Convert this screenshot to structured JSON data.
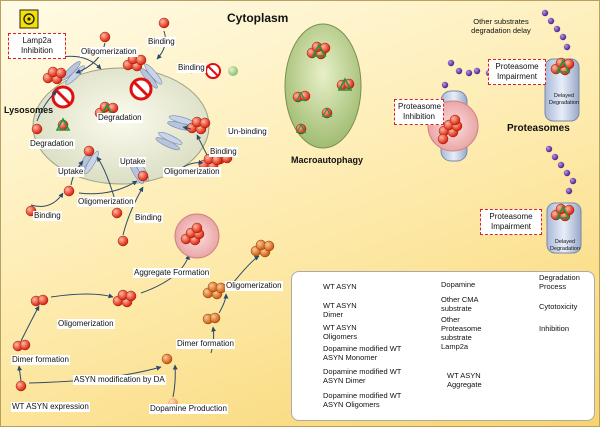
{
  "titles": {
    "cytoplasm": "Cytoplasm",
    "lysosomes": "Lysosomes",
    "macroautophagy": "Macroautophagy",
    "proteasomes": "Proteasomes"
  },
  "boxes": {
    "lamp2a_inhibition": "Lamp2a Inhibition",
    "proteasome_inhibition": "Proteasome Inhibition",
    "proteasome_impairment": "Proteasome Impairment"
  },
  "notes": {
    "other_substrates": "Other substrates degradation delay",
    "delayed_degradation": "Delayed Degradation"
  },
  "steps": {
    "binding": "Binding",
    "oligomerization": "Oligomerization",
    "degradation": "Degradation",
    "uptake": "Uptake",
    "unbinding": "Un-binding",
    "aggregate_formation": "Aggregate Formation",
    "dimer_formation": "Dimer formation",
    "asyn_modification": "ASYN modification by DA",
    "wt_expression": "WT ASYN expression",
    "dopamine_production": "Dopamine Production"
  },
  "legend": {
    "wt_asyn": "WT ASYN",
    "wt_dimer": "WT ASYN Dimer",
    "wt_oligomers": "WT ASYN Oligomers",
    "da_monomer": "Dopamine modified WT ASYN Monomer",
    "da_dimer": "Dopamine modified WT ASYN Dimer",
    "da_oligomers": "Dopamine modified WT ASYN Oligomers",
    "dopamine": "Dopamine",
    "other_cma": "Other CMA substrate",
    "other_proteasome": "Other Proteasome substrate",
    "lamp2a": "Lamp2a",
    "aggregate": "WT ASYN Aggregate",
    "degradation_process": "Degradation Process",
    "cytotoxicity": "Cytotoxicity",
    "inhibition": "Inhibition"
  },
  "colors": {
    "wt": "#e8321e",
    "da": "#d8661a",
    "dopamine": "#f5a060",
    "cma": "#a9cf8a",
    "proteasome_sub": "#6a3fa0",
    "inhibit": "#e01010"
  }
}
